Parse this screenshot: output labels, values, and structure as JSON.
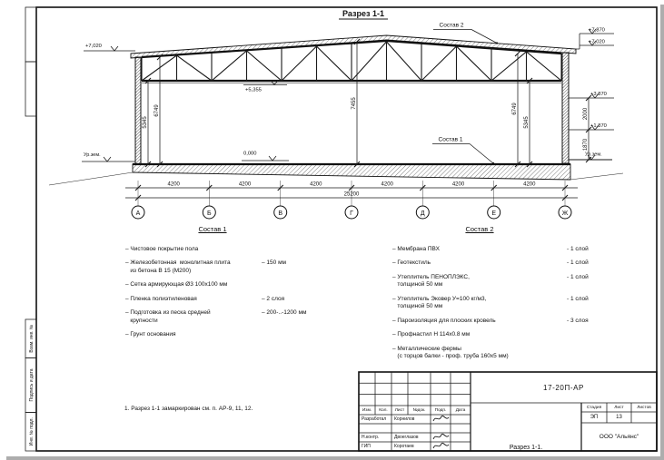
{
  "sheet": {
    "title": "Разрез 1-1",
    "note": "1. Разрез 1-1 замаркирован см. п. АР-9, 11, 12.",
    "colors": {
      "ink": "#111111",
      "paper": "#ffffff"
    }
  },
  "margin": {
    "labels": [
      "Взам. инв. №",
      "Подпись и дата",
      "Инв. № подл."
    ]
  },
  "drawing": {
    "elev_left_top": "+7,020",
    "elev_right_peak": "+7,870",
    "elev_right_top": "+7,020",
    "elev_right_mid": "+3,870",
    "elev_right_low": "+1,870",
    "elev_truss_bottom": "+5,355",
    "elev_floor": "0,000",
    "ground_left": "Ур.зем.",
    "ground_right": "Ур.зем.",
    "dim_left_inner": "5345",
    "dim_left_outer": "6749",
    "dim_center": "7455",
    "dim_right_inner": "6749",
    "dim_right_outer": "5345",
    "dim_right_upper": "2000",
    "dim_right_lower": "1870",
    "leader_roof": "Состав 2",
    "leader_floor": "Состав 1",
    "bays": [
      "4200",
      "4200",
      "4200",
      "4200",
      "4200",
      "4200"
    ],
    "total": "25200",
    "axes": [
      "А",
      "Б",
      "В",
      "Г",
      "Д",
      "Е",
      "Ж"
    ]
  },
  "sostav1": {
    "title": "Состав 1",
    "items": [
      {
        "name": "– Чистовое покрытие пола",
        "value": ""
      },
      {
        "name": "– Железобетонная  монолитная плита\n   из бетона В 15 (М200)",
        "value": "– 150 мм"
      },
      {
        "name": "– Сетка армирующая Ø3 100х100 мм",
        "value": ""
      },
      {
        "name": "– Пленка полиэтиленовая",
        "value": "– 2 слоя"
      },
      {
        "name": "– Подготовка из песка средней\n   крупности",
        "value": "– 200-..-1200 мм"
      },
      {
        "name": "– Грунт основания",
        "value": ""
      }
    ]
  },
  "sostav2": {
    "title": "Состав 2",
    "items": [
      {
        "name": "– Мембрана ПВХ",
        "value": "- 1 слой"
      },
      {
        "name": "– Геотекстиль",
        "value": "- 1 слой"
      },
      {
        "name": "– Утеплитель ПЕНОПЛЭКС,\n   толщиной 50 мм",
        "value": "- 1 слой"
      },
      {
        "name": "– Утеплитель Эковер У=100 кг/м3,\n   толщиной 50 мм",
        "value": "- 1 слой"
      },
      {
        "name": "– Пароизоляция для плоских кровель",
        "value": "- 3 слоя"
      },
      {
        "name": "– Профнастил Н 114х0.8 мм",
        "value": ""
      },
      {
        "name": "– Металлические фермы\n   (с торцов балки - проф. труба 160х5 мм)",
        "value": ""
      }
    ]
  },
  "titleblock": {
    "doc_code": "17-20П-АР",
    "change_cols": [
      "Изм.",
      "Кол.",
      "Лист",
      "№док.",
      "Подп.",
      "Дата"
    ],
    "rows": [
      {
        "role": "Разработал",
        "name": "Корнилов"
      },
      {
        "role": "",
        "name": ""
      },
      {
        "role": "Н.контр.",
        "name": "Двоеглазов"
      },
      {
        "role": "ГИП",
        "name": "Коротаев"
      }
    ],
    "sheet_title": "Разрез 1-1.",
    "stage_label": "Стадия",
    "sheet_label": "Лист",
    "sheets_label": "Листов",
    "stage": "ЭП",
    "sheet_no": "13",
    "sheets_total": "",
    "org": "ООО \"Альянс\""
  }
}
